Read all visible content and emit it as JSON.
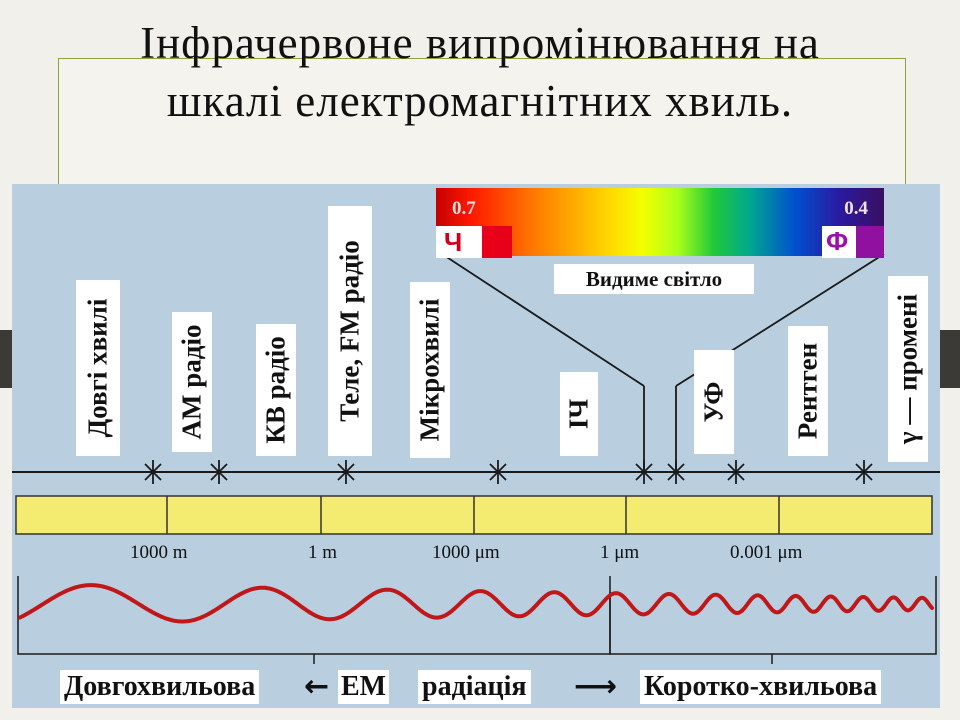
{
  "slide": {
    "title_line1": "Інфрачервоне випромінювання  на",
    "title_line2": "шкалі електромагнітних хвиль."
  },
  "spectrum": {
    "left_value": "0.7",
    "right_value": "0.4",
    "left_letter": "Ч",
    "right_letter": "Ф",
    "caption": "Видиме світло"
  },
  "band_labels": [
    "Довгі хвилі",
    "АМ радіо",
    "КВ радіо",
    "Теле, FM радіо",
    "Мікрохвилі",
    "ІЧ",
    "УФ",
    "Рентген",
    "γ — промені"
  ],
  "scale_labels": [
    "1000 m",
    "1 m",
    "1000 μm",
    "1 μm",
    "0.001 μm"
  ],
  "bottom": {
    "left": "Довгохвильова",
    "center_left": "ЕМ",
    "center_right": "радіація",
    "right": "Коротко-хвильова",
    "arrow_left": "←",
    "arrow_right": "⟶"
  },
  "colors": {
    "background": "#b9cfe0",
    "scale_bar": "#f4ec70",
    "wave": "#c01818",
    "accent_frame": "#8ea33c"
  }
}
